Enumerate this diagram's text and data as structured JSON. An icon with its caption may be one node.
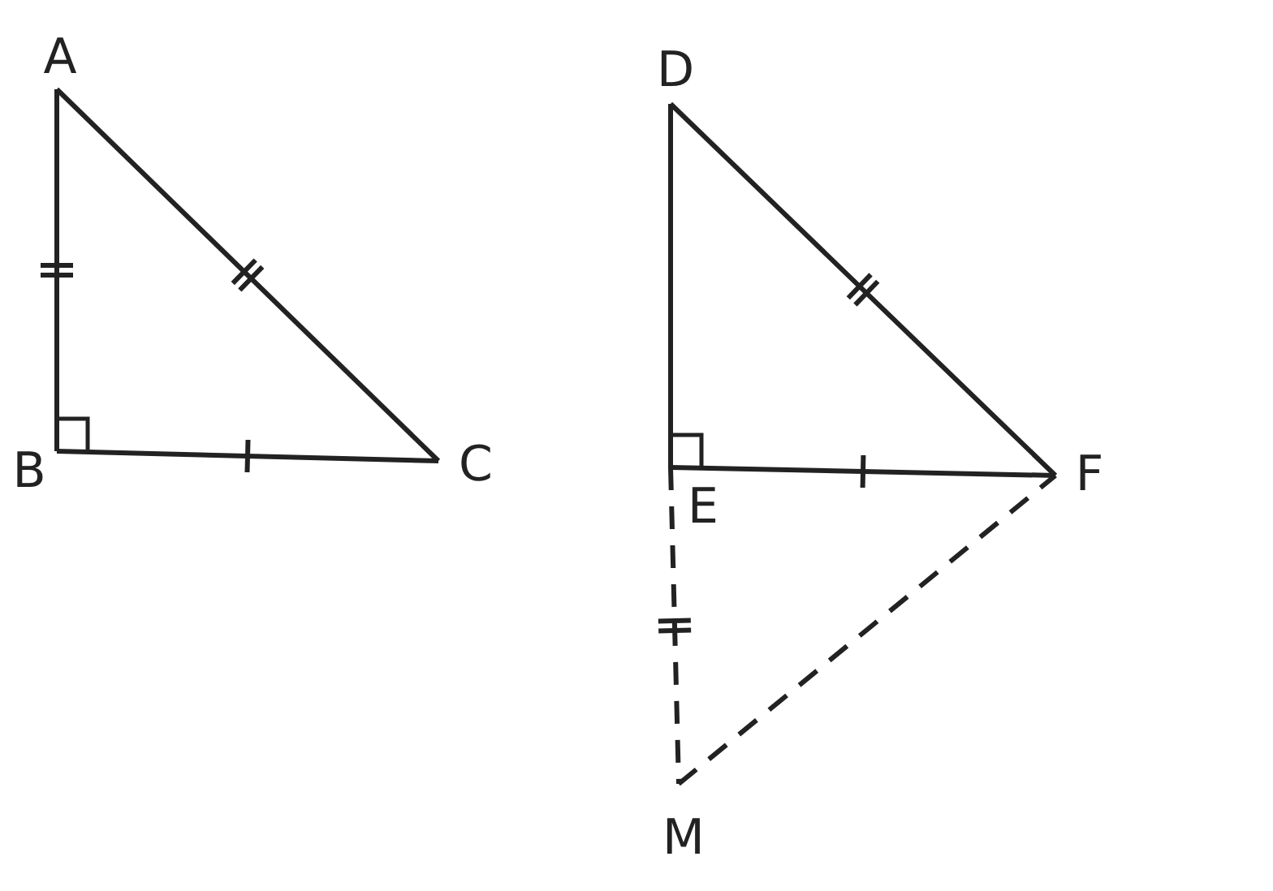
{
  "diagram": {
    "nodes": [
      {
        "text": [
          "A"
        ]
      },
      {
        "text": [
          "B"
        ]
      },
      {
        "text": [
          "C"
        ]
      },
      {
        "text": [
          "D"
        ]
      },
      {
        "text": [
          "E"
        ]
      },
      {
        "text": [
          "F"
        ]
      },
      {
        "text": [
          "M"
        ]
      }
    ],
    "edges": [
      {
        "from": 0,
        "to": 1,
        "arrow": "none"
      },
      {
        "from": 1,
        "to": 2,
        "arrow": "none"
      },
      {
        "from": 2,
        "to": 0,
        "arrow": "none"
      },
      {
        "from": 3,
        "to": 4,
        "arrow": "none"
      },
      {
        "from": 4,
        "to": 5,
        "arrow": "none"
      },
      {
        "from": 5,
        "to": 3,
        "arrow": "none"
      },
      {
        "from": 4,
        "to": 6,
        "arrow": "none",
        "style": "dashed"
      },
      {
        "from": 6,
        "to": 5,
        "arrow": "none",
        "style": "dashed"
      }
    ]
  }
}
